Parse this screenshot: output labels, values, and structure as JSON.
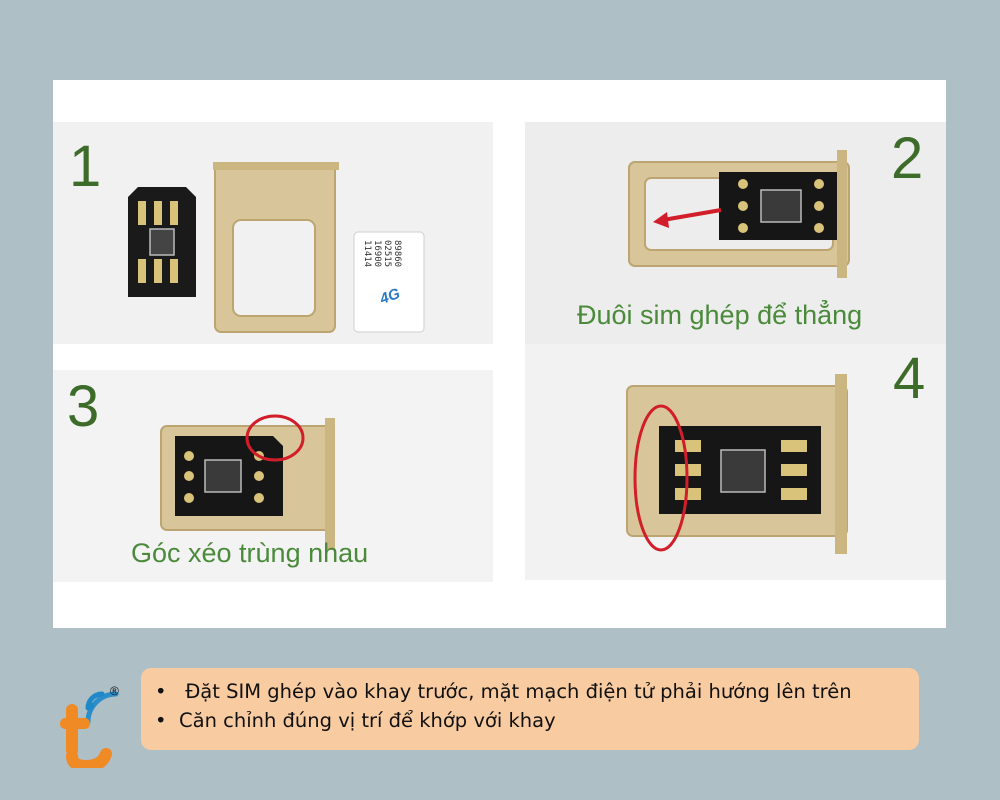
{
  "steps": [
    {
      "number": "1",
      "caption": "",
      "sim_card": {
        "lines": [
          "89860",
          "02515",
          "16900",
          "11414"
        ],
        "network_badge": "4G"
      }
    },
    {
      "number": "2",
      "caption": "Đuôi sim ghép để thẳng"
    },
    {
      "number": "3",
      "caption": "Góc xéo trùng nhau"
    },
    {
      "number": "4",
      "caption": ""
    }
  ],
  "notes": {
    "bullet": "•",
    "items": [
      " Đặt SIM ghép vào khay trước, mặt mạch điện tử phải hướng lên trên",
      "Căn chỉnh đúng vị trí để khớp với khay"
    ]
  },
  "logo": {
    "letter": "t",
    "mark": "®"
  },
  "colors": {
    "background": "#aebfc6",
    "step_number": "#3d6b2a",
    "caption": "#4a8a3a",
    "notes_box": "#f8cba1",
    "logo_orange": "#f08a24",
    "logo_blue": "#1e88c8",
    "highlight": "#d21e2a"
  }
}
